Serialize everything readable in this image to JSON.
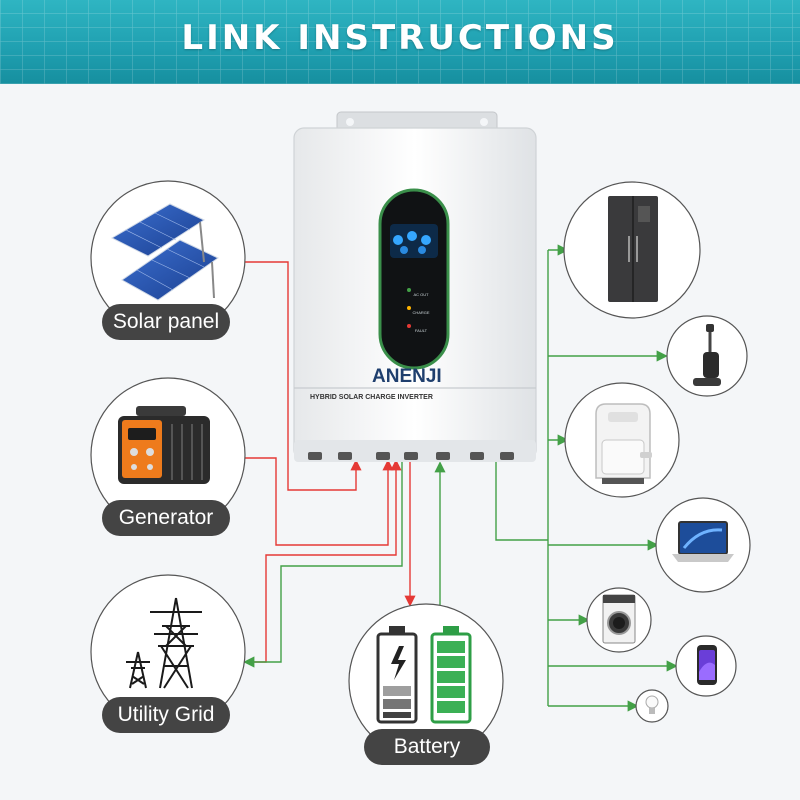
{
  "banner": {
    "title": "LINK INSTRUCTIONS"
  },
  "sources": [
    {
      "label": "Solar panel",
      "icon": "solar-panel-icon"
    },
    {
      "label": "Generator",
      "icon": "generator-icon"
    },
    {
      "label": "Utility Grid",
      "icon": "power-tower-icon"
    }
  ],
  "battery": {
    "label": "Battery",
    "icon": "battery-icon"
  },
  "inverter": {
    "brand": "ANENJI",
    "model_text": "HYBRID SOLAR CHARGE INVERTER",
    "indicators": [
      "AC OUT",
      "CHARGE",
      "FAULT"
    ]
  },
  "loads": [
    {
      "icon": "refrigerator-icon"
    },
    {
      "icon": "vacuum-cleaner-icon"
    },
    {
      "icon": "air-fryer-icon"
    },
    {
      "icon": "laptop-icon"
    },
    {
      "icon": "washing-machine-icon"
    },
    {
      "icon": "smartphone-icon"
    },
    {
      "icon": "light-bulb-icon"
    }
  ],
  "colors": {
    "banner": "#1f9fb0",
    "input_line": "#e53935",
    "output_line": "#43a047",
    "label_pill": "#444444"
  }
}
